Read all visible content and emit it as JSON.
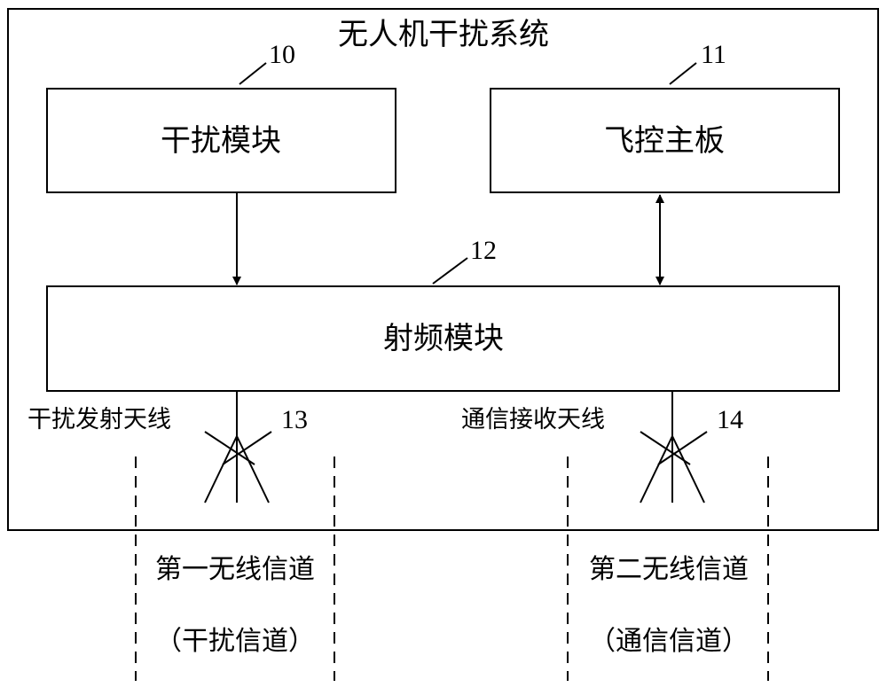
{
  "system": {
    "title": "无人机干扰系统"
  },
  "modules": {
    "interference": {
      "label": "干扰模块",
      "ref": "10"
    },
    "flight_control": {
      "label": "飞控主板",
      "ref": "11"
    },
    "rf": {
      "label": "射频模块",
      "ref": "12"
    }
  },
  "antennas": {
    "transmit": {
      "label": "干扰发射天线",
      "ref": "13"
    },
    "receive": {
      "label": "通信接收天线",
      "ref": "14"
    }
  },
  "channels": {
    "first": {
      "name": "第一无线信道",
      "desc": "（干扰信道）"
    },
    "second": {
      "name": "第二无线信道",
      "desc": "（通信信道）"
    }
  }
}
